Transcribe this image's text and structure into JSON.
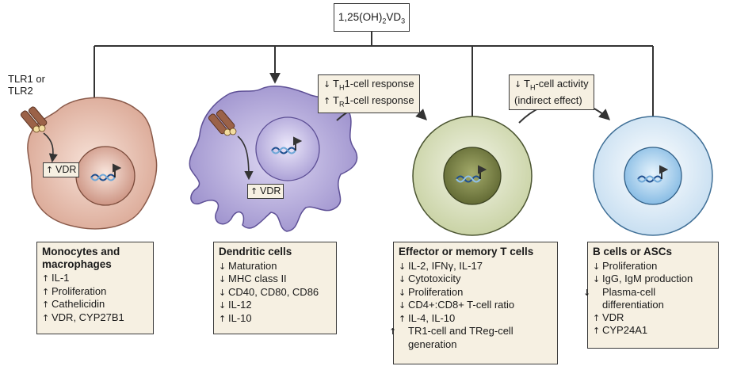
{
  "top": {
    "label": "1,25(OH)2VD3"
  },
  "receptor": {
    "line1": "TLR1 or",
    "line2": "TLR2"
  },
  "vdr_tag": "VDR",
  "responses": {
    "dc_to_t": {
      "line1": "-cell response",
      "line2": "-cell response"
    },
    "t_to_b": {
      "line1": "-cell activity",
      "line2": "(indirect effect)"
    }
  },
  "panels": [
    {
      "title": "Monocytes and macrophages",
      "items": [
        {
          "dir": "up",
          "text": "IL-1"
        },
        {
          "dir": "up",
          "text": "Proliferation"
        },
        {
          "dir": "up",
          "text": "Cathelicidin"
        },
        {
          "dir": "up",
          "text": "VDR, CYP27B1"
        }
      ]
    },
    {
      "title": "Dendritic cells",
      "items": [
        {
          "dir": "down",
          "text": "Maturation"
        },
        {
          "dir": "down",
          "text": "MHC class II"
        },
        {
          "dir": "down",
          "text": "CD40, CD80, CD86"
        },
        {
          "dir": "down",
          "text": "IL-12"
        },
        {
          "dir": "up",
          "text": "IL-10"
        }
      ]
    },
    {
      "title": "Effector or memory T cells",
      "items": [
        {
          "dir": "down",
          "text": "IL-2, IFNγ, IL-17"
        },
        {
          "dir": "down",
          "text": "Cytotoxicity"
        },
        {
          "dir": "down",
          "text": "Proliferation"
        },
        {
          "dir": "down",
          "text": "CD4+:CD8+ T-cell ratio"
        },
        {
          "dir": "up",
          "text": "IL-4, IL-10"
        },
        {
          "dir": "up",
          "text": "TR1-cell and TReg-cell generation"
        }
      ]
    },
    {
      "title": "B cells or ASCs",
      "items": [
        {
          "dir": "down",
          "text": "Proliferation"
        },
        {
          "dir": "down",
          "text": "IgG, IgM production"
        },
        {
          "dir": "down",
          "text": "Plasma-cell differentiation"
        },
        {
          "dir": "up",
          "text": "VDR"
        },
        {
          "dir": "up",
          "text": "CYP24A1"
        }
      ]
    }
  ],
  "colors": {
    "box_fill": "#f6f0e2",
    "macrophage": "#e3b9a9",
    "dendritic": "#b8aedb",
    "t_cell": "#dbe3c2",
    "b_cell": "#d5e6f4",
    "receptor": "#9b6248"
  }
}
